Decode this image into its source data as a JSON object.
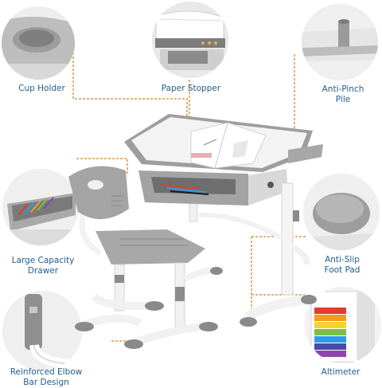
{
  "features": [
    {
      "id": "cup-holder",
      "label": "Cup Holder",
      "icon": "cup-holder-photo"
    },
    {
      "id": "paper-stopper",
      "label": "Paper Stopper",
      "icon": "paper-stopper-photo"
    },
    {
      "id": "anti-pinch",
      "label": "Anti-Pinch Pile",
      "line1": "Anti-Pinch",
      "line2": "Pile",
      "icon": "anti-pinch-photo"
    },
    {
      "id": "large-capacity",
      "label": "Large Capacity Drawer",
      "line1": "Large Capacity",
      "line2": "Drawer",
      "icon": "drawer-photo"
    },
    {
      "id": "anti-slip",
      "label": "Anti-Slip Foot Pad",
      "line1": "Anti-Slip",
      "line2": "Foot Pad",
      "icon": "foot-pad-photo"
    },
    {
      "id": "elbow",
      "label": "Reinforced Elbow Bar Design",
      "line1": "Reinforced Elbow",
      "line2": "Bar Design",
      "icon": "elbow-bar-photo"
    },
    {
      "id": "altimeter",
      "label": "Altimeter",
      "icon": "altimeter-photo"
    }
  ],
  "colors": {
    "label": "#1f5e8c",
    "leader": "#d9822b",
    "product_gray": "#a8a8a8",
    "frame_white": "#f4f4f4",
    "ruler_colors": [
      "#e63a2e",
      "#f39c1f",
      "#f6d22b",
      "#7bc043",
      "#2e9be6",
      "#4a4aa8",
      "#8e44ad"
    ]
  }
}
